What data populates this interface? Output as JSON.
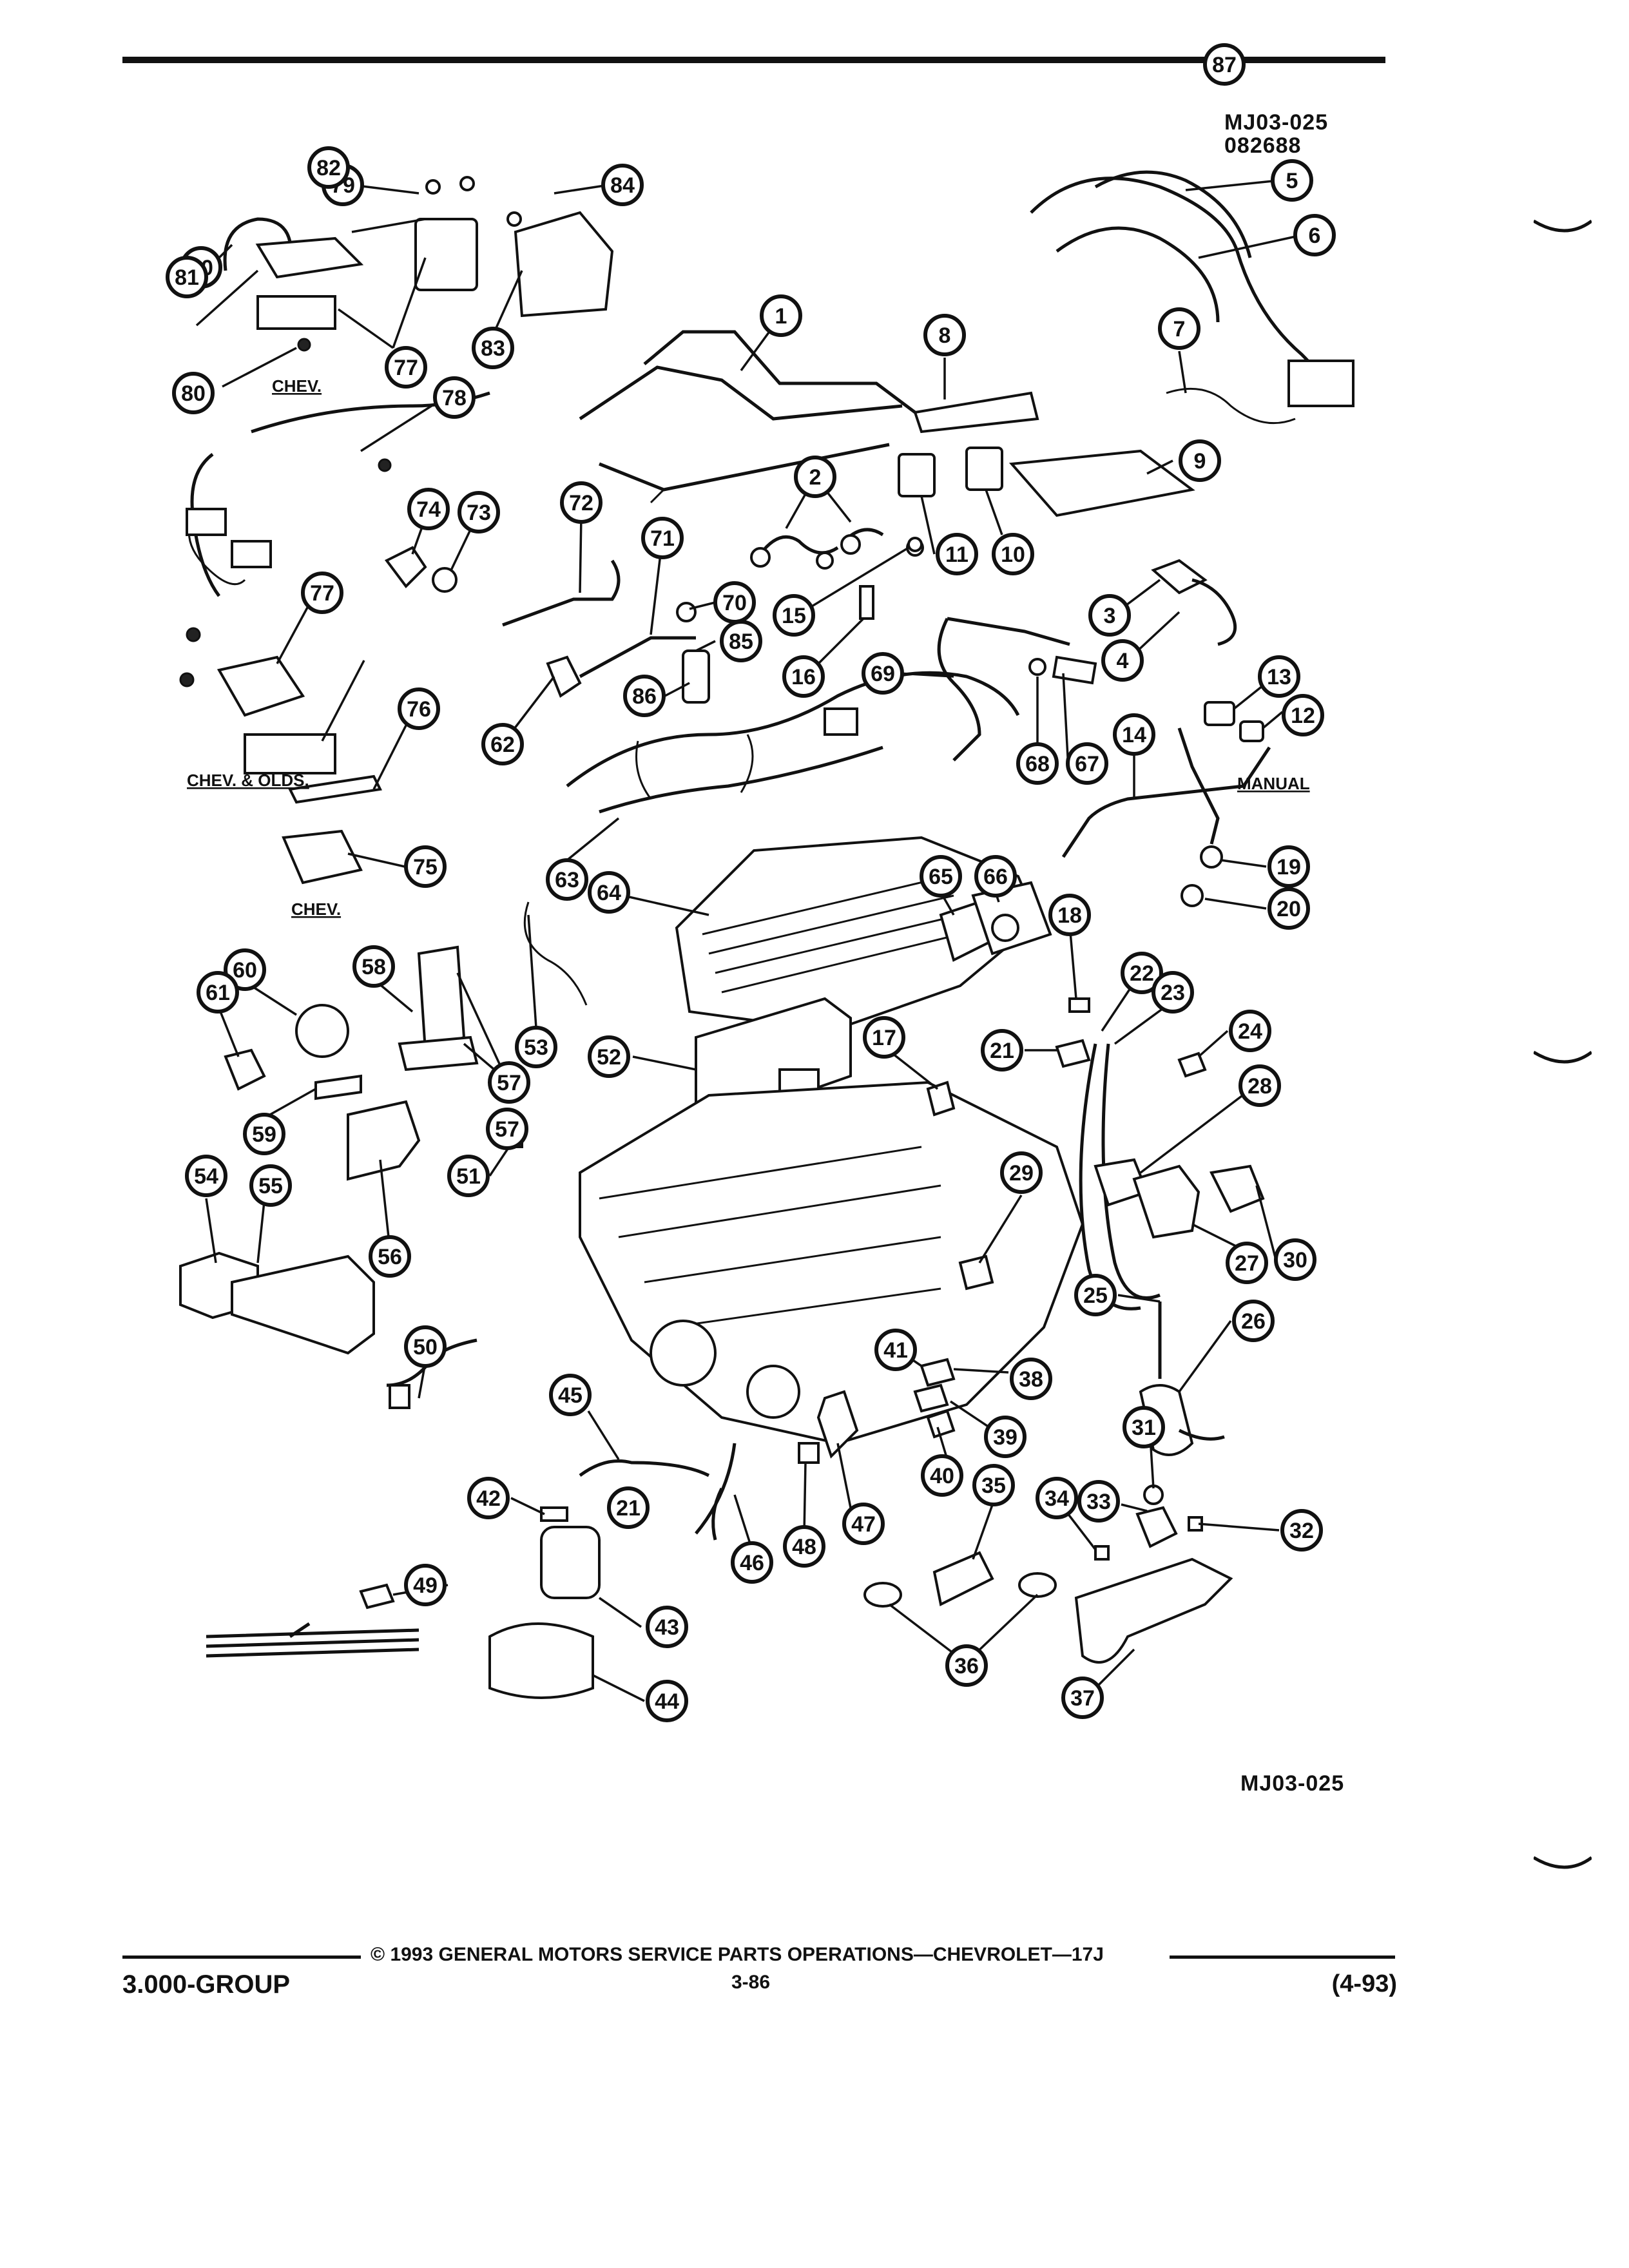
{
  "header": {
    "figure_code": "MJ03-025",
    "figure_date": "082688"
  },
  "diagram": {
    "labels": {
      "chev_top": "CHEV.",
      "chev_olds": "CHEV. & OLDS.",
      "chev_bottom": "CHEV.",
      "manual": "MANUAL"
    },
    "callouts": [
      "1",
      "2",
      "3",
      "4",
      "5",
      "6",
      "7",
      "8",
      "9",
      "10",
      "11",
      "12",
      "13",
      "14",
      "15",
      "16",
      "17",
      "18",
      "19",
      "20",
      "21",
      "21",
      "22",
      "23",
      "24",
      "25",
      "26",
      "27",
      "28",
      "29",
      "30",
      "31",
      "32",
      "33",
      "34",
      "35",
      "36",
      "37",
      "38",
      "39",
      "40",
      "41",
      "42",
      "43",
      "44",
      "45",
      "46",
      "47",
      "48",
      "49",
      "50",
      "51",
      "52",
      "53",
      "54",
      "55",
      "56",
      "57",
      "57",
      "58",
      "59",
      "60",
      "61",
      "62",
      "63",
      "64",
      "65",
      "66",
      "67",
      "68",
      "69",
      "70",
      "71",
      "72",
      "73",
      "74",
      "75",
      "76",
      "77",
      "77",
      "78",
      "79",
      "80",
      "80",
      "81",
      "82",
      "83",
      "84",
      "85",
      "86",
      "87"
    ]
  },
  "footer": {
    "figure_code": "MJ03-025",
    "copyright": "© 1993 GENERAL MOTORS SERVICE PARTS OPERATIONS—CHEVROLET—17J",
    "group": "3.000-GROUP",
    "page_number": "3-86",
    "date_code": "(4-93)"
  }
}
